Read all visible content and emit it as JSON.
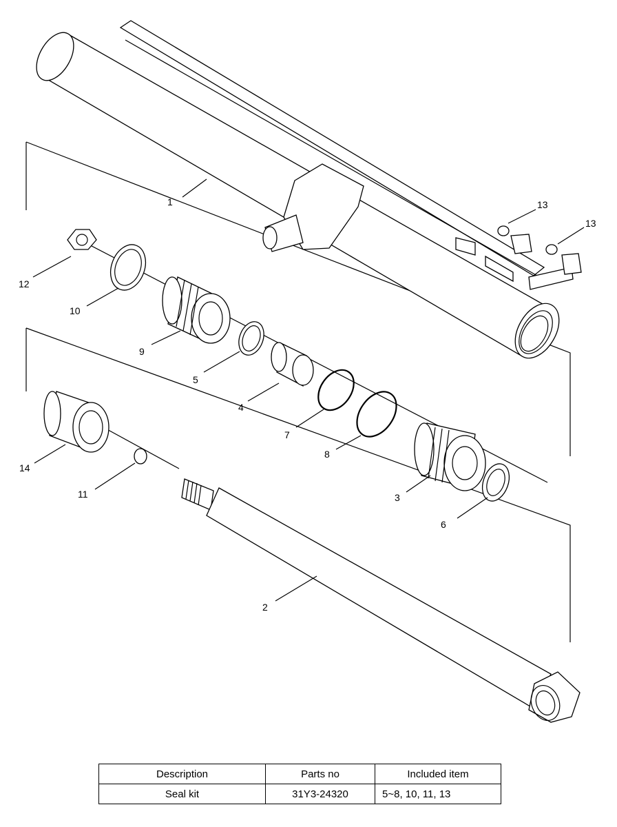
{
  "diagram": {
    "callouts": {
      "c1": "1",
      "c2": "2",
      "c3": "3",
      "c4": "4",
      "c5": "5",
      "c6": "6",
      "c7": "7",
      "c8": "8",
      "c9": "9",
      "c10": "10",
      "c11": "11",
      "c12": "12",
      "c13a": "13",
      "c13b": "13",
      "c14": "14"
    }
  },
  "table": {
    "headers": {
      "description": "Description",
      "parts_no": "Parts no",
      "included": "Included item"
    },
    "rows": [
      {
        "description": "Seal kit",
        "parts_no": "31Y3-24320",
        "included": "5~8, 10, 11, 13"
      }
    ]
  }
}
